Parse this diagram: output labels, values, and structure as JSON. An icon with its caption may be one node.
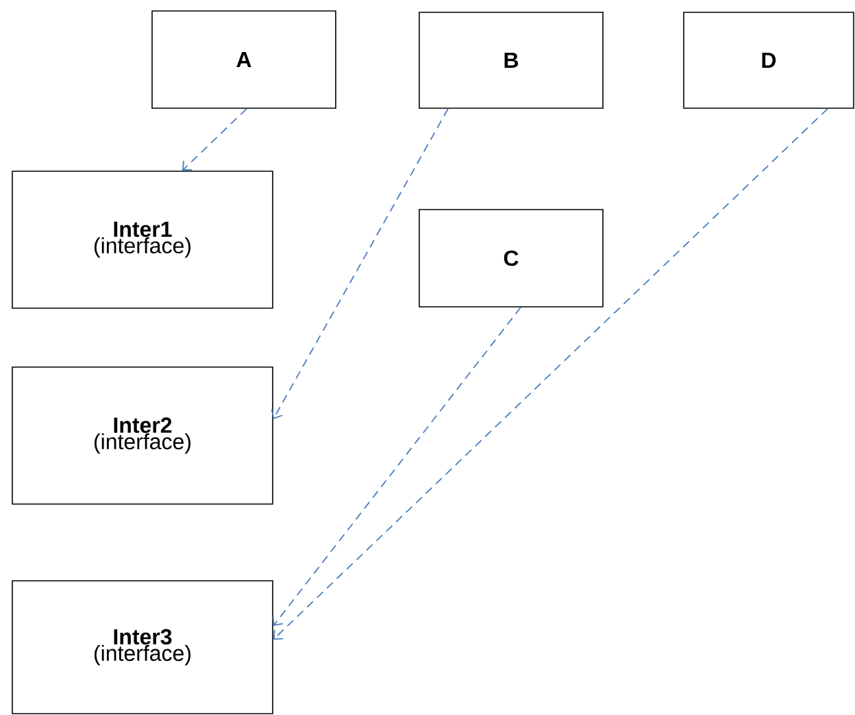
{
  "diagram": {
    "nodes": [
      {
        "text": [
          "A"
        ]
      },
      {
        "text": [
          "B"
        ]
      },
      {
        "text": [
          "D"
        ]
      },
      {
        "text": [
          "Inter1",
          "(interface)"
        ]
      },
      {
        "text": [
          "C"
        ]
      },
      {
        "text": [
          "Inter2",
          "(interface)"
        ]
      },
      {
        "text": [
          "Inter3",
          "(interface)"
        ]
      }
    ],
    "edges": [
      {
        "from": 0,
        "to": 3,
        "arrow": "to",
        "style": "dashed"
      },
      {
        "from": 1,
        "to": 5,
        "arrow": "to",
        "style": "dashed"
      },
      {
        "from": 4,
        "to": 6,
        "arrow": "to",
        "style": "dashed"
      },
      {
        "from": 2,
        "to": 6,
        "arrow": "to",
        "style": "dashed"
      }
    ]
  }
}
